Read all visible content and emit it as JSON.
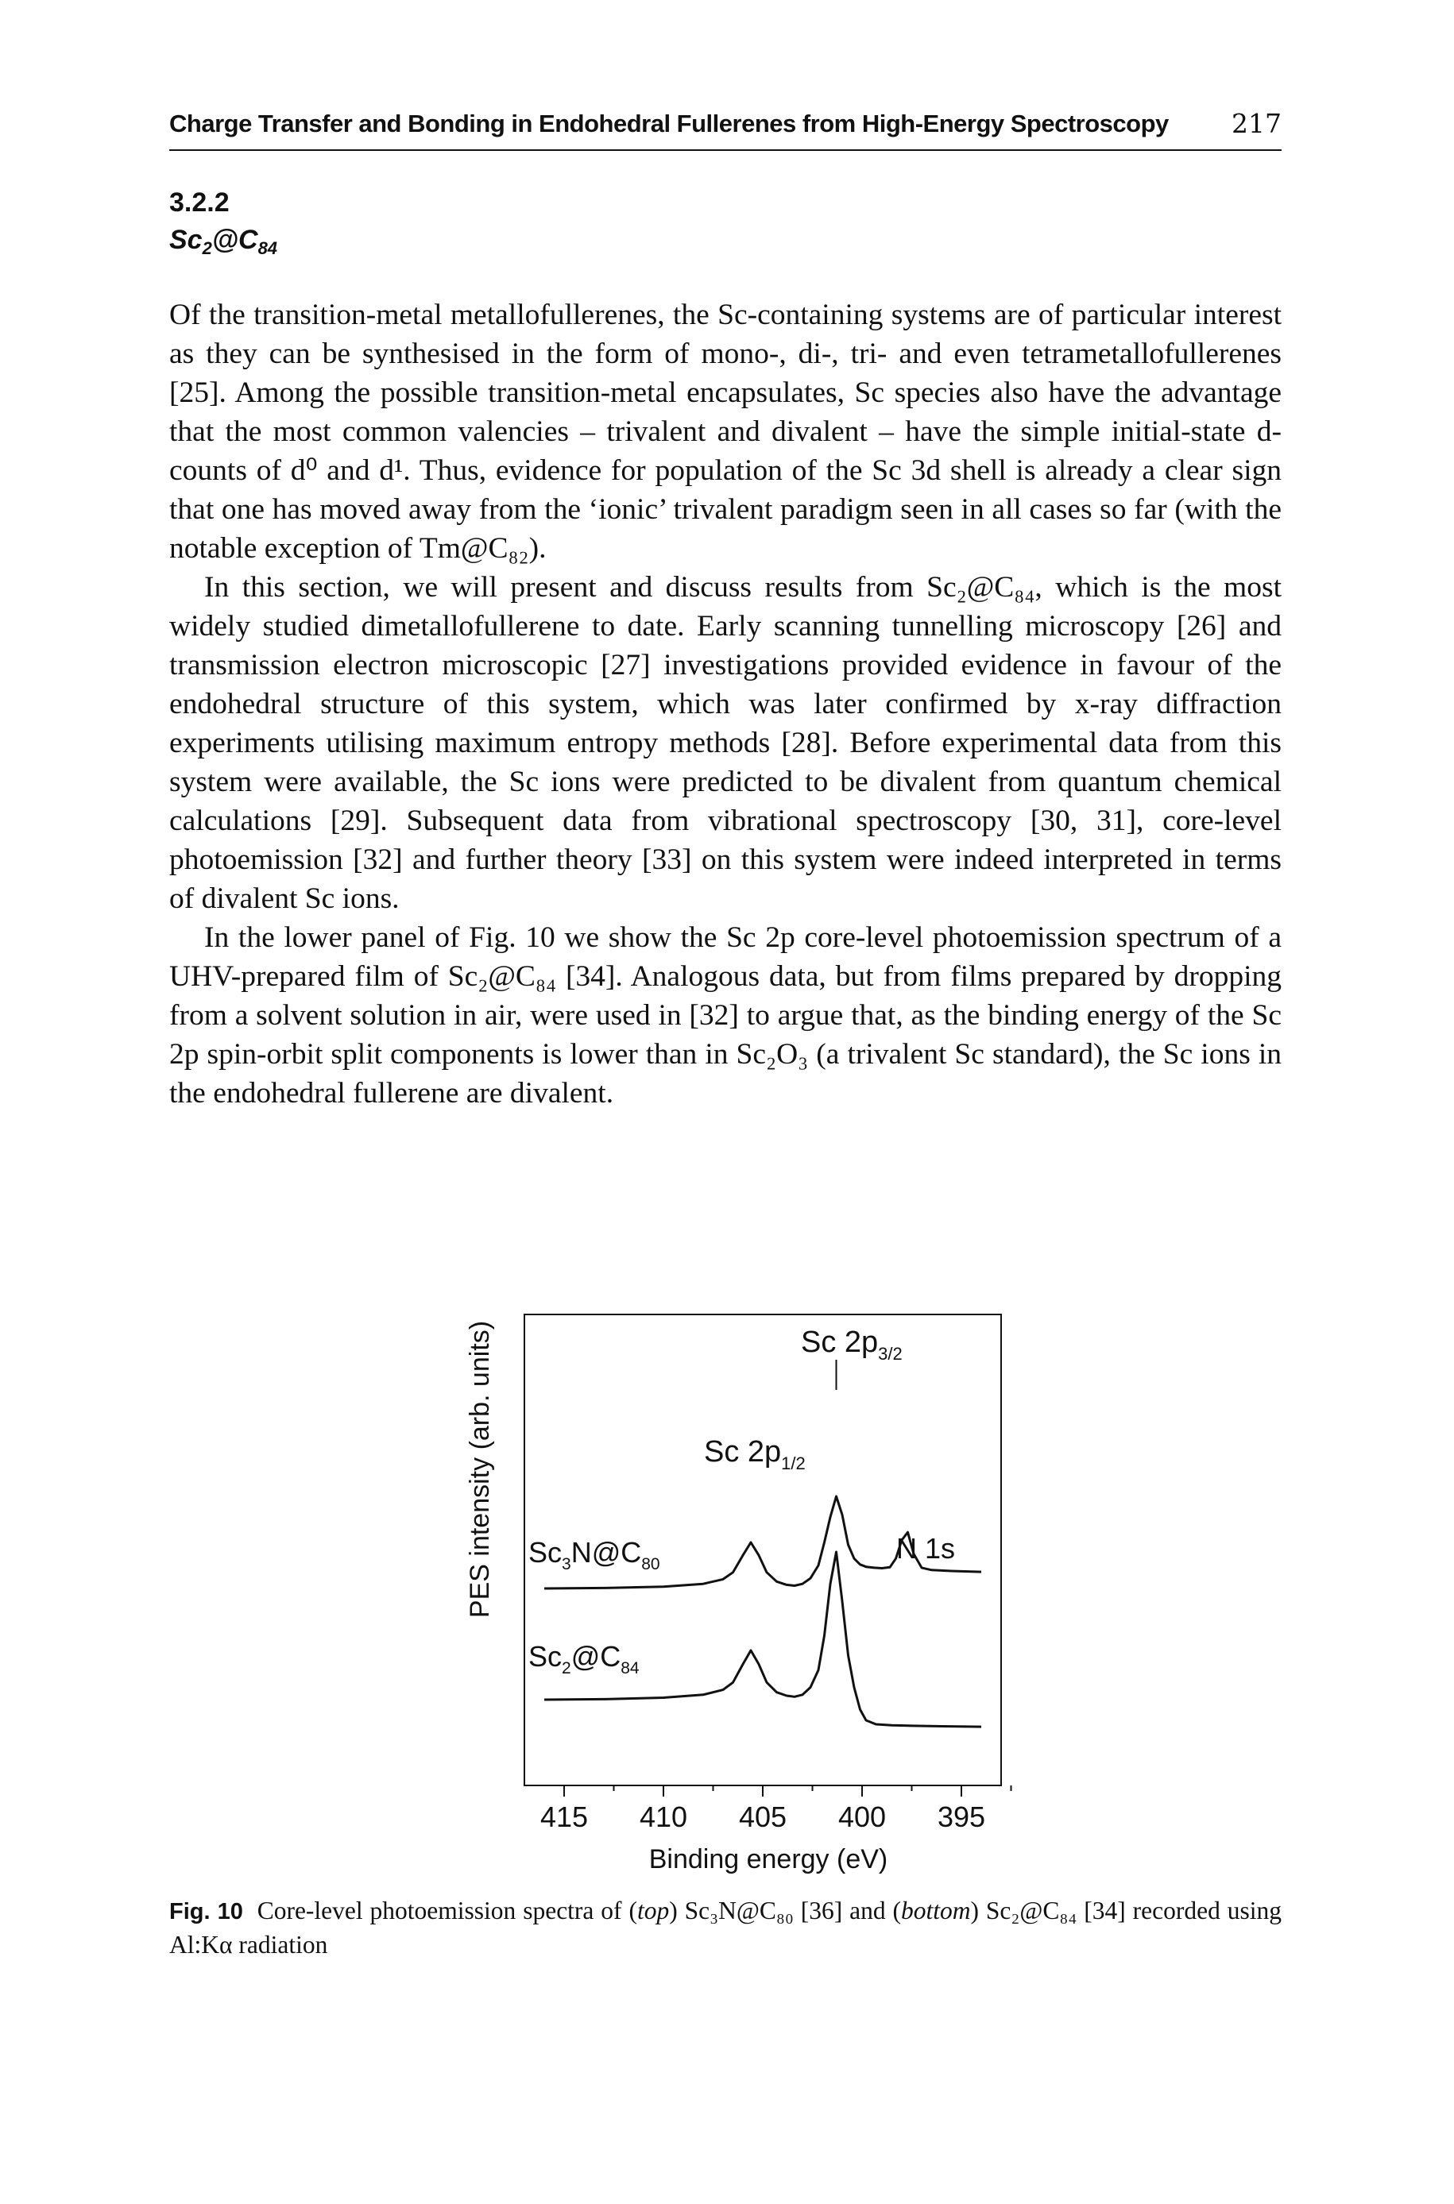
{
  "header": {
    "running_title": "Charge Transfer and Bonding in Endohedral Fullerenes from High-Energy Spectroscopy",
    "page_number": "217"
  },
  "section": {
    "number": "3.2.2",
    "title_main": "Sc",
    "title_sub1": "2",
    "title_mid": "@C",
    "title_sub2": "84"
  },
  "paragraphs": [
    "Of the transition-metal metallofullerenes, the Sc-containing systems are of particular interest as they can be synthesised in the form of mono-, di-, tri- and even tetrametallofullerenes [25]. Among the possible transition-metal encapsulates, Sc species also have the advantage that the most common valencies – trivalent and divalent – have the simple initial-state d-counts of d⁰ and d¹. Thus, evidence for population of the Sc 3d shell is already a clear sign that one has moved away from the ‘ionic’ trivalent paradigm seen in all cases so far (with the notable exception of Tm@C₈₂).",
    "In this section, we will present and discuss results from Sc₂@C₈₄, which is the most widely studied dimetallofullerene to date. Early scanning tunnelling microscopy [26] and transmission electron microscopic [27] investigations provided evidence in favour of the endohedral structure of this system, which was later confirmed by x-ray diffraction experiments utilising maximum entropy methods [28]. Before experimental data from this system were available, the Sc ions were predicted to be divalent from quantum chemical calculations [29]. Subsequent data from vibrational spectroscopy [30, 31], core-level photoemission [32] and further theory [33] on this system were indeed interpreted in terms of divalent Sc ions.",
    "In the lower panel of Fig. 10 we show the Sc 2p core-level photoemission spectrum of a UHV-prepared film of Sc₂@C₈₄ [34]. Analogous data, but from films prepared by dropping from a solvent solution in air, were used in [32] to argue that, as the binding energy of the Sc 2p spin-orbit split components is lower than in Sc₂O₃ (a trivalent Sc standard), the Sc ions in the endohedral fullerene are divalent."
  ],
  "figure": {
    "ylabel": "PES intensity (arb. units)",
    "xlabel": "Binding energy (eV)",
    "tick_labels": [
      "415",
      "410",
      "405",
      "400",
      "395"
    ],
    "peak_labels": {
      "sc2p32_main": "Sc 2p",
      "sc2p32_sub": "3/2",
      "sc2p12_main": "Sc 2p",
      "sc2p12_sub": "1/2",
      "n1s": "N 1s"
    },
    "spectrum_labels": {
      "top_a": "Sc",
      "top_b": "3",
      "top_c": "N@C",
      "top_d": "80",
      "bottom_a": "Sc",
      "bottom_b": "2",
      "bottom_c": "@C",
      "bottom_d": "84"
    }
  },
  "caption": {
    "label": "Fig. 10",
    "text_a": "Core-level photoemission spectra of (",
    "text_top": "top",
    "text_b": ") Sc₃N@C₈₀ [36] and (",
    "text_bottom": "bottom",
    "text_c": ") Sc₂@C₈₄ [34] recorded using Al:Kα radiation"
  },
  "chart_data": {
    "type": "line",
    "xlabel": "Binding energy (eV)",
    "ylabel": "PES intensity (arb. units)",
    "xlim": [
      417,
      393
    ],
    "x_ticks": [
      415,
      410,
      405,
      400,
      395
    ],
    "series": [
      {
        "name": "Sc3N@C80",
        "x": [
          416,
          413,
          410,
          408,
          407,
          406.5,
          406,
          405.6,
          405.2,
          404.8,
          404.3,
          403.8,
          403.4,
          403.0,
          402.6,
          402.2,
          401.9,
          401.6,
          401.3,
          401.0,
          400.7,
          400.4,
          400.1,
          399.8,
          399.4,
          399.0,
          398.6,
          398.3,
          398.0,
          397.7,
          397.4,
          397.0,
          396.5,
          395.5,
          394
        ],
        "y": [
          0.0,
          0.01,
          0.04,
          0.1,
          0.2,
          0.35,
          0.72,
          1.0,
          0.72,
          0.35,
          0.15,
          0.08,
          0.06,
          0.1,
          0.22,
          0.5,
          1.0,
          1.55,
          2.0,
          1.6,
          0.95,
          0.65,
          0.52,
          0.47,
          0.45,
          0.44,
          0.46,
          0.65,
          1.05,
          1.22,
          0.75,
          0.45,
          0.4,
          0.38,
          0.36
        ]
      },
      {
        "name": "Sc2@C84",
        "x": [
          416,
          413,
          410,
          408,
          407,
          406.5,
          406,
          405.6,
          405.2,
          404.8,
          404.3,
          403.8,
          403.4,
          403.0,
          402.6,
          402.2,
          401.9,
          401.6,
          401.3,
          401.0,
          400.7,
          400.4,
          400.1,
          399.8,
          399.3,
          398.5,
          397.5,
          396,
          394
        ],
        "y": [
          0.0,
          0.01,
          0.04,
          0.1,
          0.2,
          0.35,
          0.72,
          1.0,
          0.72,
          0.35,
          0.15,
          0.08,
          0.06,
          0.1,
          0.25,
          0.6,
          1.3,
          2.35,
          3.0,
          2.0,
          0.9,
          0.25,
          -0.2,
          -0.42,
          -0.5,
          -0.52,
          -0.53,
          -0.54,
          -0.55
        ]
      }
    ]
  }
}
